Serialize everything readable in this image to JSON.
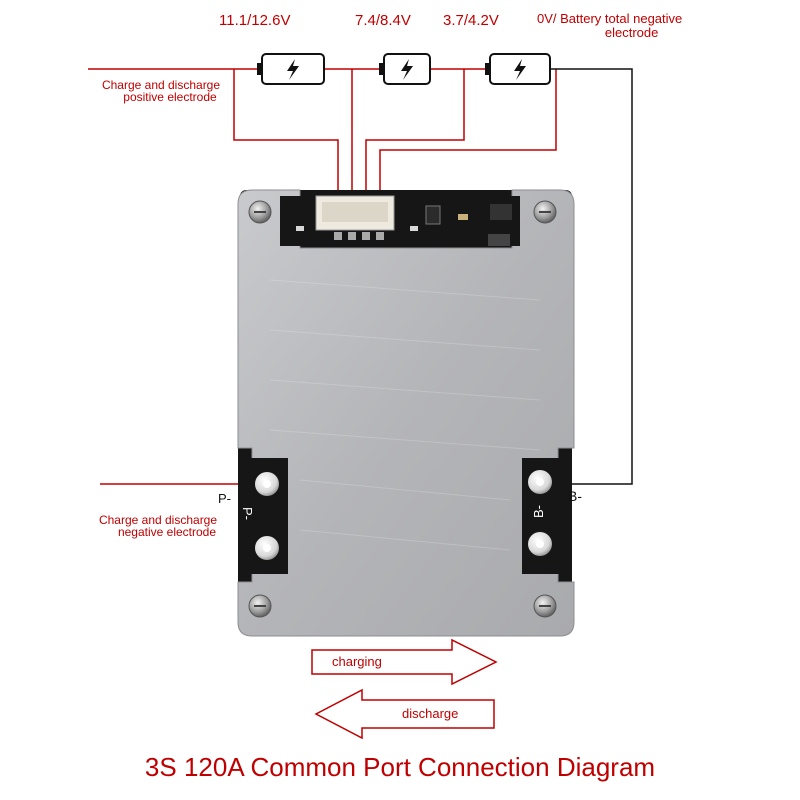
{
  "labels": {
    "v1": "11.1/12.6V",
    "v2": "7.4/8.4V",
    "v3": "3.7/4.2V",
    "v4_line1": "0V/ Battery total negative",
    "v4_line2": "electrode",
    "pos_line1": "Charge and discharge",
    "pos_line2": "positive electrode",
    "neg_line1": "Charge and discharge",
    "neg_line2": "negative electrode",
    "p_minus": "P-",
    "b_minus": "B-",
    "board_p": "P-",
    "board_b": "B-"
  },
  "arrows": {
    "charging": "charging",
    "discharge": "discharge"
  },
  "title": "3S 120A Common Port Connection Diagram",
  "icons": {
    "battery": "battery-bolt-icon",
    "screw": "screw-icon",
    "terminal": "terminal-pad-icon"
  },
  "colors": {
    "accent": "#c00000",
    "wire_negative": "#111111",
    "plate": "#b8b9bc",
    "pcb": "#161616"
  }
}
